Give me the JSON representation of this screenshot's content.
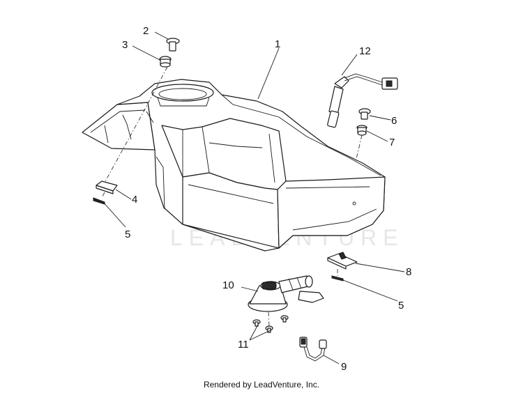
{
  "diagram": {
    "callouts": {
      "c1": "1",
      "c2": "2",
      "c3": "3",
      "c4": "4",
      "c5a": "5",
      "c5b": "5",
      "c6": "6",
      "c7": "7",
      "c8": "8",
      "c9": "9",
      "c10": "10",
      "c11": "11",
      "c12": "12"
    },
    "watermark": "LEADVENTURE",
    "footer": "Rendered by LeadVenture, Inc."
  }
}
